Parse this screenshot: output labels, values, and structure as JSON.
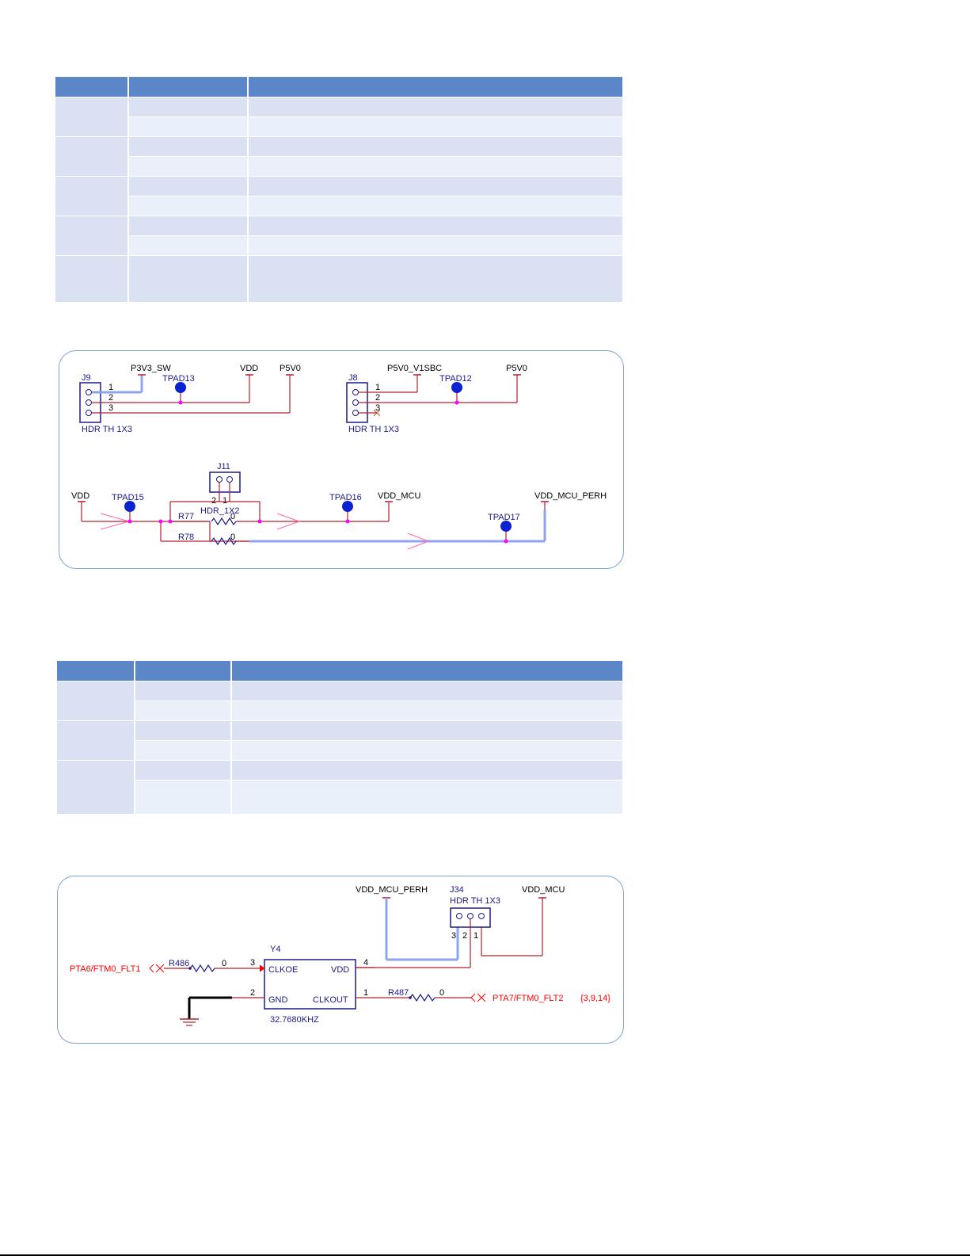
{
  "schematic1": {
    "j9": {
      "ref": "J9",
      "type": "HDR TH 1X3",
      "pins": [
        "1",
        "2",
        "3"
      ]
    },
    "j8": {
      "ref": "J8",
      "type": "HDR TH 1X3",
      "pins": [
        "1",
        "2",
        "3"
      ]
    },
    "j11": {
      "ref": "J11",
      "type": "HDR_1X2",
      "pins": [
        "2",
        "1"
      ]
    },
    "nets": {
      "p3v3_sw": "P3V3_SW",
      "vdd_top": "VDD",
      "p5v0_left": "P5V0",
      "p5v0_v1sbc": "P5V0_V1SBC",
      "p5v0_right": "P5V0",
      "vdd_left": "VDD",
      "vdd_mcu": "VDD_MCU",
      "vdd_mcu_perh": "VDD_MCU_PERH"
    },
    "testpads": {
      "tpad13": "TPAD13",
      "tpad12": "TPAD12",
      "tpad15": "TPAD15",
      "tpad16": "TPAD16",
      "tpad17": "TPAD17"
    },
    "resistors": {
      "r77": {
        "ref": "R77",
        "value": "0"
      },
      "r78": {
        "ref": "R78",
        "value": "0"
      }
    }
  },
  "schematic2": {
    "nets": {
      "vdd_mcu_perh": "VDD_MCU_PERH",
      "vdd_mcu": "VDD_MCU"
    },
    "j34": {
      "ref": "J34",
      "type": "HDR TH 1X3",
      "pins": [
        "3",
        "2",
        "1"
      ]
    },
    "y4": {
      "ref": "Y4",
      "value": "32.7680KHZ",
      "pins": {
        "clkoe": {
          "num": "3",
          "name": "CLKOE"
        },
        "vdd": {
          "num": "4",
          "name": "VDD"
        },
        "gnd": {
          "num": "2",
          "name": "GND"
        },
        "clkout": {
          "num": "1",
          "name": "CLKOUT"
        }
      }
    },
    "r486": {
      "ref": "R486",
      "value": "0"
    },
    "r487": {
      "ref": "R487",
      "value": "0"
    },
    "port_left": "PTA6/FTM0_FLT1",
    "port_right": "PTA7/FTM0_FLT2",
    "port_right_pages": "{3,9,14}"
  },
  "colors": {
    "table_header": "#5b87c9",
    "row_dark": "#d9e1f2",
    "row_light": "#eaf0fa",
    "wire": "#b0202a",
    "bus": "#8fa4f0",
    "junction": "#ff00ff",
    "component": "#1a1a8c",
    "port": "#ff0000",
    "panel_border": "#7aa0d6"
  }
}
